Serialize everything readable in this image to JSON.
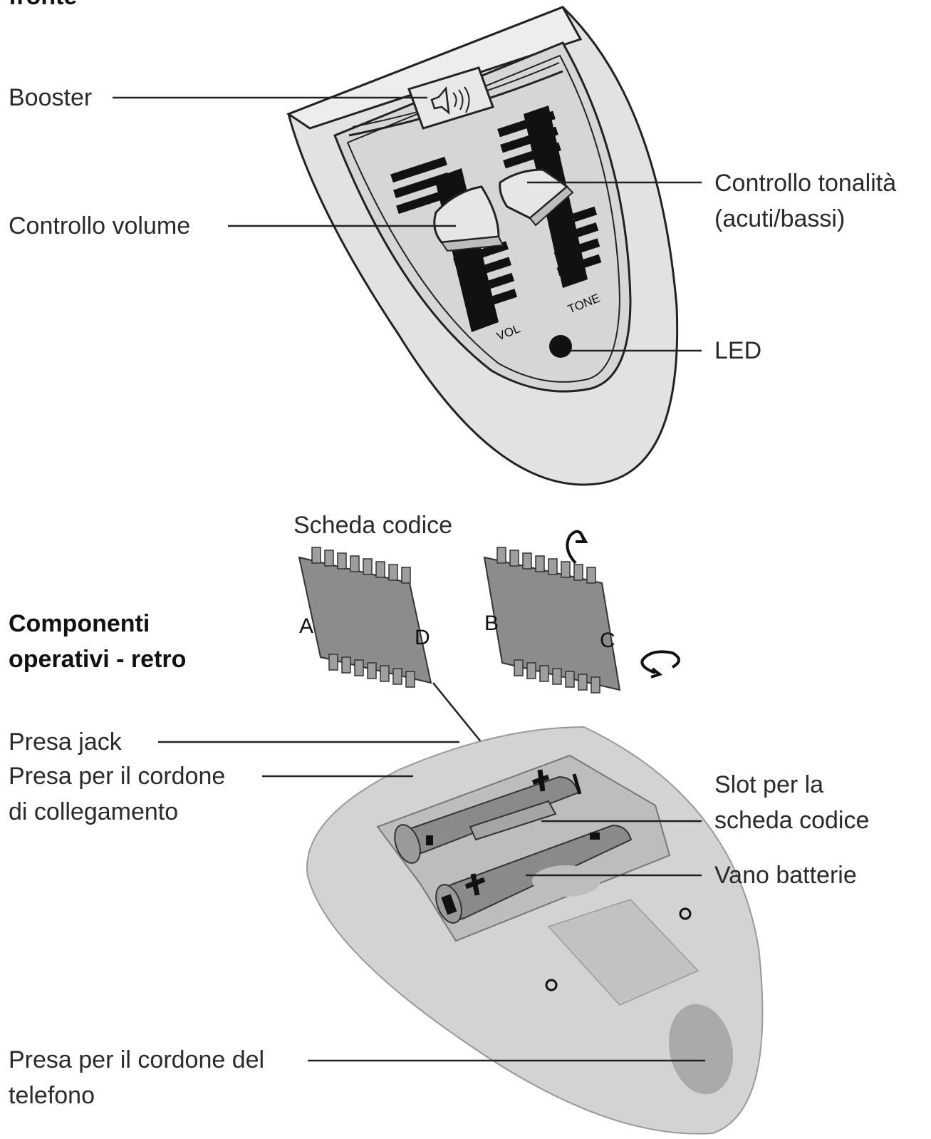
{
  "front_heading": "fronte",
  "back_heading": [
    "Componenti",
    "operativi - retro"
  ],
  "labels": {
    "booster": "Booster",
    "volume": "Controllo volume",
    "tone": [
      "Controllo tonalità",
      "(acuti/bassi)"
    ],
    "led": "LED",
    "code_card": "Scheda codice",
    "jack": "Presa jack",
    "link_cord": [
      "Presa per il cordone",
      "di collegamento"
    ],
    "slot": [
      "Slot per la",
      "scheda codice"
    ],
    "battery": "Vano batterie",
    "phone_cord": [
      "Presa per il cordone del",
      "telefono"
    ]
  },
  "device_marks": {
    "vol": "VOL",
    "tone": "TONE",
    "card_letters": [
      "A",
      "D",
      "B",
      "C"
    ]
  }
}
